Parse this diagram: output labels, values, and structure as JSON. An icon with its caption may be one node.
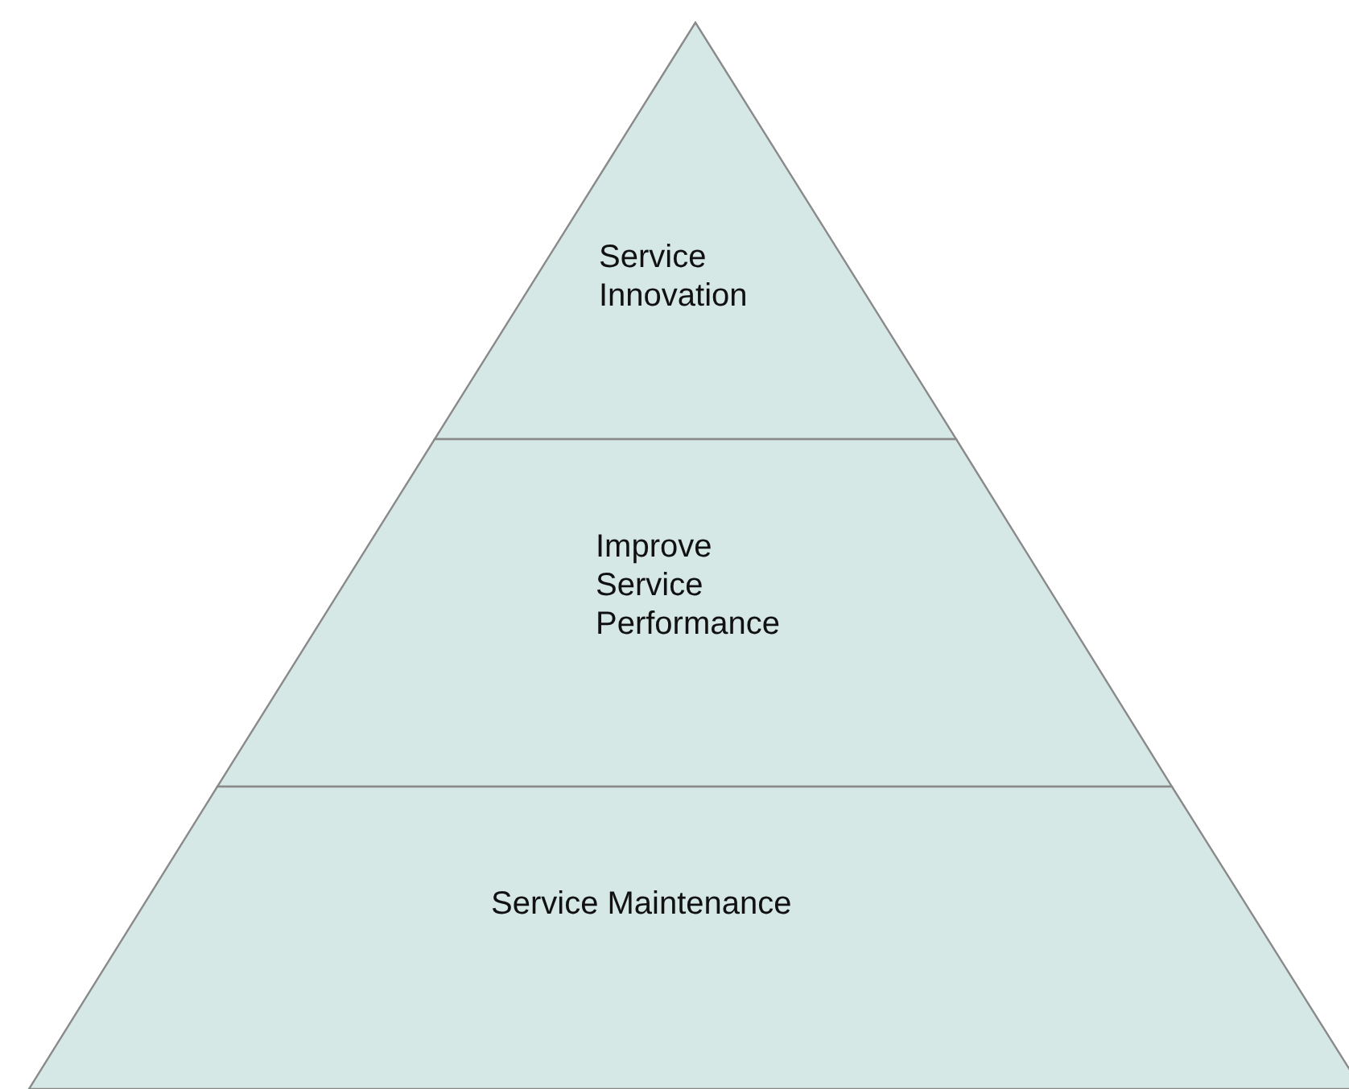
{
  "diagram": {
    "nodes": [
      {
        "text": [
          "Service Innovation"
        ]
      },
      {
        "text": [
          "Improve Service Performance"
        ]
      },
      {
        "text": [
          "Service Maintenance"
        ]
      }
    ]
  }
}
